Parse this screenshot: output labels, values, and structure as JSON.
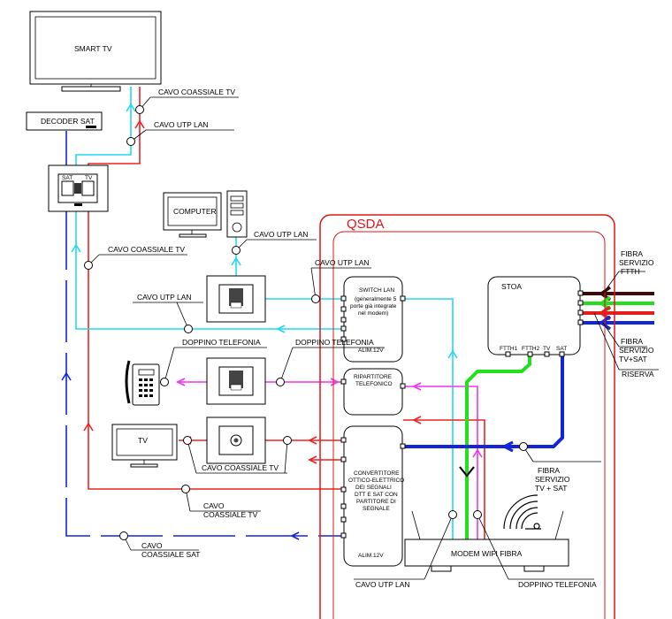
{
  "colors": {
    "fiber_red": "#e41e1e",
    "coax_red": "#ee2222",
    "lan_cyan": "#22d8f0",
    "phone_magenta": "#ee33ee",
    "sat_blue": "#1326d6",
    "green": "#22e01c",
    "brown": "#3b0b0b",
    "black": "#000000"
  },
  "labels": {
    "smart_tv": "SMART TV",
    "decoder_sat": "DECODER SAT",
    "computer": "COMPUTER",
    "tv": "TV",
    "qsda": "QSDA",
    "switch_lan": "SWITCH LAN",
    "switch_note_1": "(generalmente 5",
    "switch_note_2": "porte già integrate",
    "switch_note_3": "nel modem)",
    "alim_switch": "ALIM.12V",
    "ripartitore_1": "RIPARTITORE",
    "ripartitore_2": "TELEFONICO",
    "convertitore_1": "CONVERTITORE",
    "convertitore_2": "OTTICO-ELETTRICO",
    "convertitore_3": "DEI SEGNALI",
    "convertitore_4": "DTT E SAT CON",
    "convertitore_5": "PARTITORE DI",
    "convertitore_6": "SEGNALE",
    "alim_conv": "ALIM.12V",
    "stoa": "STOA",
    "port_ftth1": "FTTH1",
    "port_ftth2": "FTTH2",
    "port_tv": "TV",
    "port_sat": "SAT",
    "modem": "MODEM WIFI FIBRA",
    "socket_sat": "SAT",
    "socket_tv": "TV",
    "cavo_coassiale_tv": "CAVO COASSIALE TV",
    "cavo_utp_lan": "CAVO UTP LAN",
    "cavo_coassiale": "CAVO",
    "coassiale_tv": "COASSIALE TV",
    "coassiale_sat": "COASSIALE SAT",
    "doppino_telefonia": "DOPPINO TELEFONIA",
    "fibra": "FIBRA",
    "servizio": "SERVIZIO",
    "ftth": "FTTH",
    "tv_sat": "TV+SAT",
    "tv_plus_sat": "TV + SAT",
    "riserva": "RISERVA"
  }
}
